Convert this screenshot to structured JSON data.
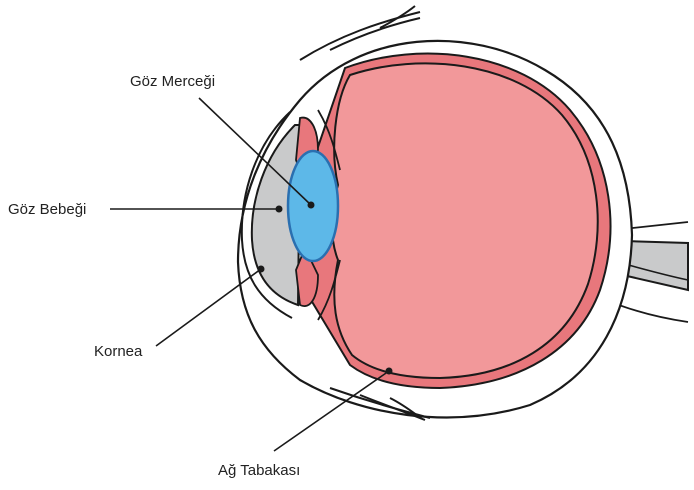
{
  "labels": {
    "lens": "Göz Merceği",
    "pupil": "Göz Bebeği",
    "cornea": "Kornea",
    "retina": "Ağ Tabakası"
  },
  "colors": {
    "vitreous": "#F2989A",
    "choroid": "#E8777C",
    "lens": "#5DB8E8",
    "lens_edge": "#2A6FB0",
    "aqueous": "#C9CACB",
    "outline": "#1A1A1A"
  }
}
